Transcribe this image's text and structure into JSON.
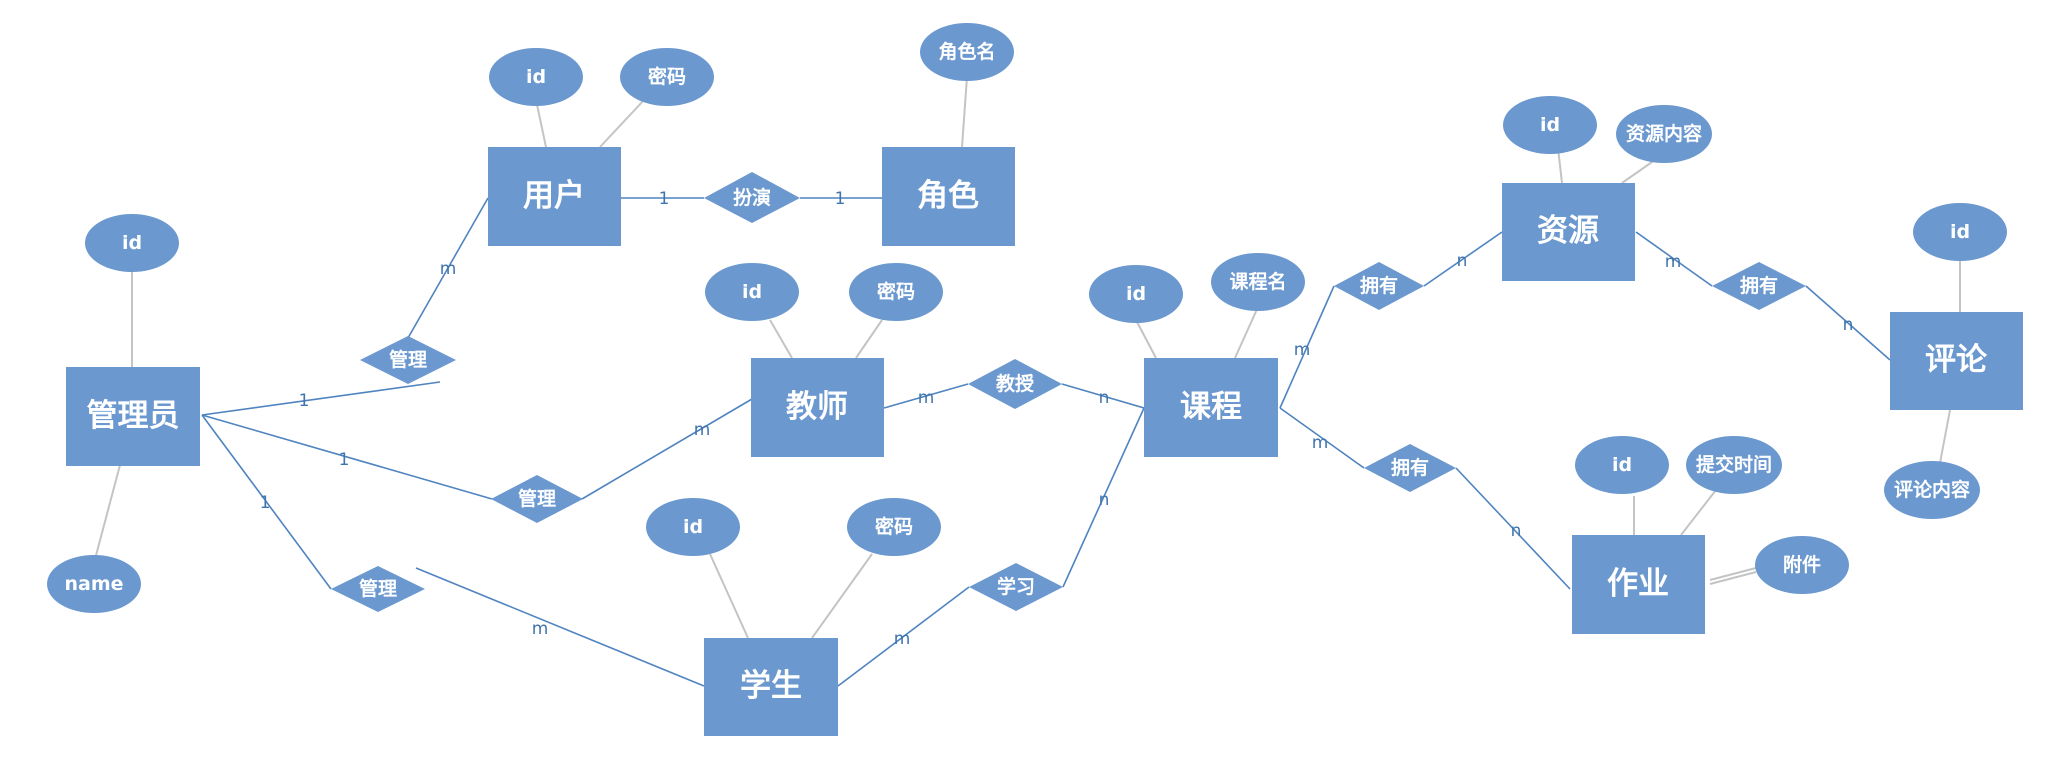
{
  "colors": {
    "shape_fill": "#6a98cf",
    "attr_line": "#c4c4c4",
    "rel_line": "#4f84c0",
    "card_text": "#3f74ad",
    "label": "#ffffff"
  },
  "entities": {
    "admin": {
      "label": "管理员"
    },
    "user": {
      "label": "用户"
    },
    "role": {
      "label": "角色"
    },
    "teacher": {
      "label": "教师"
    },
    "student": {
      "label": "学生"
    },
    "course": {
      "label": "课程"
    },
    "resource": {
      "label": "资源"
    },
    "homework": {
      "label": "作业"
    },
    "comment": {
      "label": "评论"
    }
  },
  "attributes": {
    "admin_id": "id",
    "admin_name": "name",
    "user_id": "id",
    "user_pwd": "密码",
    "role_name": "角色名",
    "teacher_id": "id",
    "teacher_pwd": "密码",
    "student_id": "id",
    "student_pwd": "密码",
    "course_id": "id",
    "course_name": "课程名",
    "resource_id": "id",
    "resource_content": "资源内容",
    "homework_id": "id",
    "homework_time": "提交时间",
    "homework_file": "附件",
    "comment_id": "id",
    "comment_content": "评论内容"
  },
  "relationships": {
    "play": "扮演",
    "manage_user": "管理",
    "manage_teacher": "管理",
    "manage_student": "管理",
    "teach": "教授",
    "learn": "学习",
    "has_resource": "拥有",
    "has_comment": "拥有",
    "has_homework": "拥有"
  },
  "cardinalities": {
    "user_play": "1",
    "role_play": "1",
    "user_manage": "m",
    "admin_manage_user": "1",
    "admin_manage_teacher": "1",
    "teacher_manage": "m",
    "admin_manage_student": "1",
    "student_manage": "m",
    "teacher_teach": "m",
    "course_teach": "n",
    "student_learn": "m",
    "course_learn": "n",
    "course_has_resource": "m",
    "resource_has": "n",
    "resource_has_comment": "m",
    "comment_has": "n",
    "course_has_homework": "m",
    "homework_has": "n"
  }
}
